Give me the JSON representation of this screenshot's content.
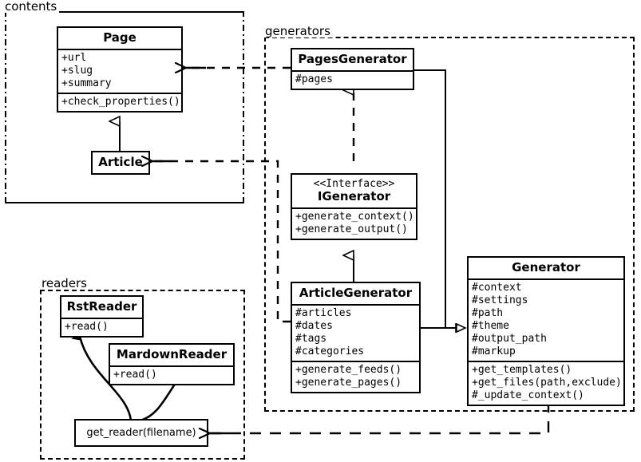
{
  "diagram": {
    "title": "UML class diagram",
    "background": "#ffffff",
    "stroke": "#000000"
  },
  "packages": [
    {
      "id": "contents",
      "label": "contents"
    },
    {
      "id": "generators",
      "label": "generators"
    },
    {
      "id": "readers",
      "label": "readers"
    }
  ],
  "classes": {
    "page": {
      "name": "Page",
      "attributes": [
        "+url",
        "+slug",
        "+summary"
      ],
      "operations": [
        "+check_properties()"
      ]
    },
    "article": {
      "name": "Article",
      "attributes": [],
      "operations": []
    },
    "pages_generator": {
      "name": "PagesGenerator",
      "attributes": [
        "#pages"
      ],
      "operations": []
    },
    "igenerator": {
      "stereotype": "<<Interface>>",
      "name": "IGenerator",
      "attributes": [],
      "operations": [
        "+generate_context()",
        "+generate_output()"
      ]
    },
    "article_generator": {
      "name": "ArticleGenerator",
      "attributes": [
        "#articles",
        "#dates",
        "#tags",
        "#categories"
      ],
      "operations": [
        "+generate_feeds()",
        "+generate_pages()"
      ]
    },
    "generator": {
      "name": "Generator",
      "attributes": [
        "#context",
        "#settings",
        "#path",
        "#theme",
        "#output_path",
        "#markup"
      ],
      "operations": [
        "+get_templates()",
        "+get_files(path,exclude)",
        "#_update_context()"
      ]
    },
    "rst_reader": {
      "name": "RstReader",
      "attributes": [],
      "operations": [
        "+read()"
      ]
    },
    "mardown_reader": {
      "name": "MardownReader",
      "attributes": [],
      "operations": [
        "+read()"
      ]
    },
    "get_reader": {
      "name": "get_reader(filename)"
    }
  },
  "relationships": [
    {
      "id": "article-generalizes-page",
      "from": "Article",
      "to": "Page",
      "type": "generalization"
    },
    {
      "id": "pagesgenerator-realizes-igenerator",
      "from": "PagesGenerator",
      "to": "IGenerator",
      "type": "realization"
    },
    {
      "id": "articlegenerator-realizes-igenerator",
      "from": "ArticleGenerator",
      "to": "IGenerator",
      "type": "generalization"
    },
    {
      "id": "pagesgenerator-extends-generator",
      "from": "PagesGenerator",
      "to": "Generator",
      "type": "generalization"
    },
    {
      "id": "articlegenerator-extends-generator",
      "from": "ArticleGenerator",
      "to": "Generator",
      "type": "generalization"
    },
    {
      "id": "pagesgenerator-depends-page",
      "from": "PagesGenerator",
      "to": "Page",
      "type": "dependency"
    },
    {
      "id": "articlegenerator-depends-article",
      "from": "ArticleGenerator",
      "to": "Article",
      "type": "dependency"
    },
    {
      "id": "generator-depends-getreader",
      "from": "Generator",
      "to": "get_reader",
      "type": "dependency"
    },
    {
      "id": "getreader-creates-rstreader",
      "from": "get_reader",
      "to": "RstReader",
      "type": "create"
    },
    {
      "id": "getreader-creates-mardownreader",
      "from": "get_reader",
      "to": "MardownReader",
      "type": "create"
    }
  ]
}
